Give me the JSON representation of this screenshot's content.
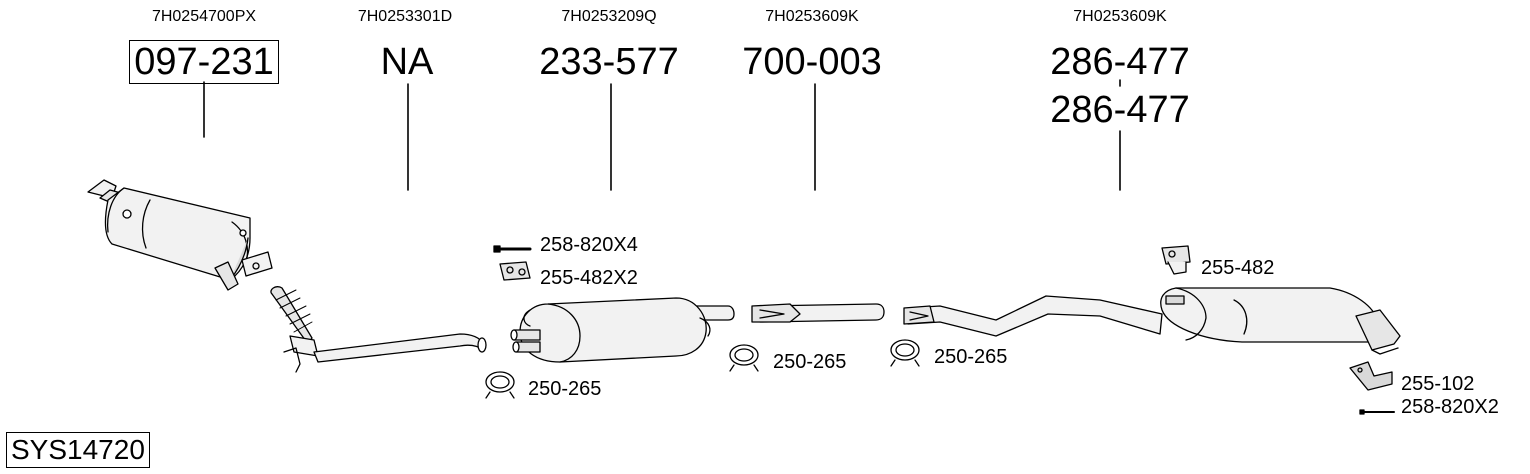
{
  "columns": [
    {
      "oe": "7H0254700PX",
      "part": "097-231",
      "boxed": true
    },
    {
      "oe": "7H0253301D",
      "part": "NA",
      "boxed": false
    },
    {
      "oe": "7H0253209Q",
      "part": "233-577",
      "boxed": false
    },
    {
      "oe": "7H0253609K",
      "part": "700-003",
      "boxed": false
    },
    {
      "oe": "7H0253609K",
      "part": "286-477",
      "part2": "286-477",
      "boxed": false
    }
  ],
  "fittings": {
    "bolt_1": "258-820X4",
    "hanger_1": "255-482X2",
    "clamp_1": "250-265",
    "clamp_2": "250-265",
    "clamp_3": "250-265",
    "hanger_2": "255-482",
    "bracket_1": "255-102",
    "bolt_2": "258-820X2"
  },
  "system_code": "SYS14720",
  "colors": {
    "stroke": "#000000",
    "fill_light": "#f2f2f2",
    "fill_mid": "#d9d9d9"
  }
}
